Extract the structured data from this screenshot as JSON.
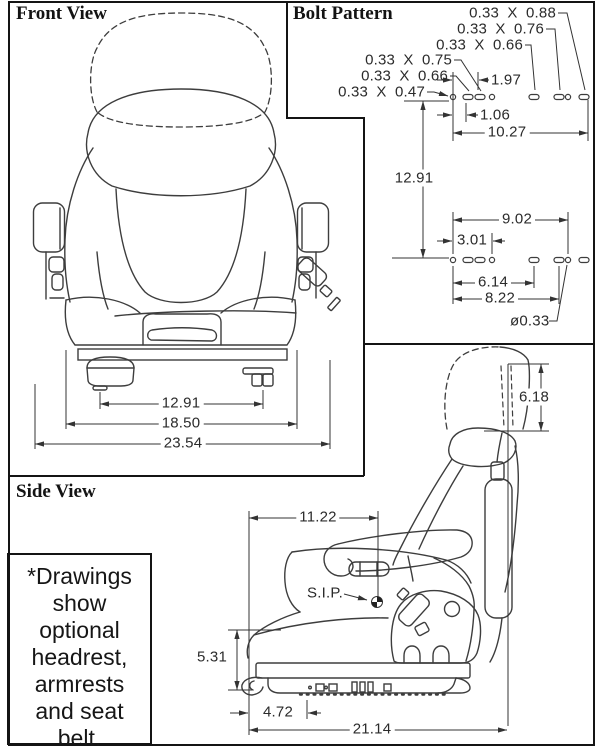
{
  "front_view": {
    "title": "Front View",
    "dim_base_width": "12.91",
    "dim_cushion_width": "18.50",
    "dim_overall_width": "23.54"
  },
  "bolt_pattern": {
    "title": "Bolt Pattern",
    "slot_labels": [
      "0.33 X 0.88",
      "0.33 X 0.76",
      "0.33 X 0.66",
      "0.33 X 0.75",
      "0.33 X 0.66",
      "0.33 X 0.47"
    ],
    "dim_slot_gap": "1.97",
    "dim_slot_pitch": "1.06",
    "dim_top_row_width": "10.27",
    "dim_row_spacing": "12.91",
    "dim_bottom_row_width": "9.02",
    "dim_hole_offset": "3.01",
    "dim_bottom_inner": "6.14",
    "dim_bottom_mid": "8.22",
    "hole_diameter": "ø0.33"
  },
  "side_view": {
    "title": "Side View",
    "dim_headrest_height": "6.18",
    "dim_sip_setback": "11.22",
    "sip_label": "S.I.P.",
    "dim_base_height": "5.31",
    "dim_front_offset": "4.72",
    "dim_overall_depth": "21.14"
  },
  "note": {
    "lines": [
      "*Drawings",
      "show",
      "optional",
      "headrest,",
      "armrests",
      "and seat",
      "belt."
    ]
  }
}
